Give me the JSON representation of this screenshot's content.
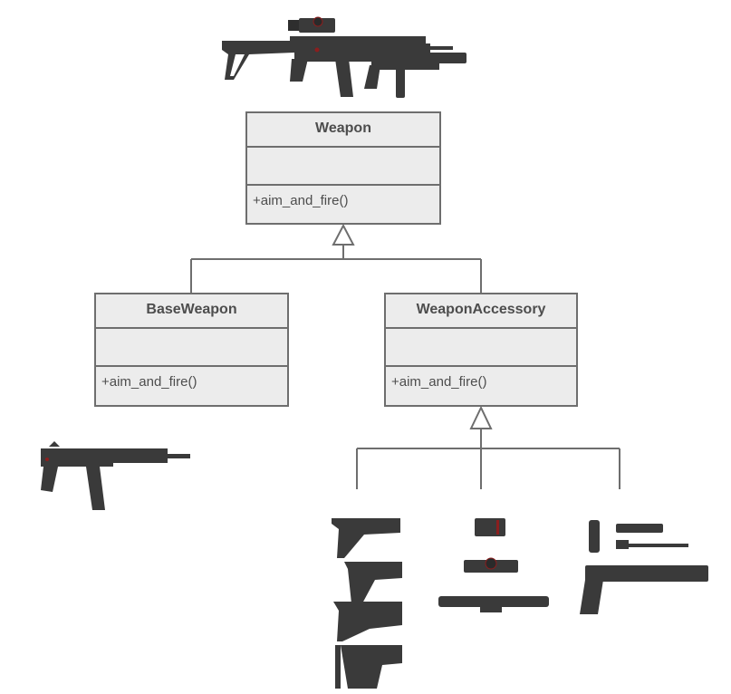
{
  "diagram": {
    "type": "UML class diagram (inheritance)",
    "classes": [
      {
        "id": "weapon",
        "name": "Weapon",
        "attributes": [],
        "operations": [
          "+aim_and_fire()"
        ]
      },
      {
        "id": "base_weapon",
        "name": "BaseWeapon",
        "attributes": [],
        "operations": [
          "+aim_and_fire()"
        ]
      },
      {
        "id": "weapon_accessory",
        "name": "WeaponAccessory",
        "attributes": [],
        "operations": [
          "+aim_and_fire()"
        ]
      }
    ],
    "relations": [
      {
        "type": "generalization",
        "from": "BaseWeapon",
        "to": "Weapon"
      },
      {
        "type": "generalization",
        "from": "WeaponAccessory",
        "to": "Weapon"
      },
      {
        "type": "generalization",
        "from": "stocks",
        "to": "WeaponAccessory"
      },
      {
        "type": "generalization",
        "from": "scopes",
        "to": "WeaponAccessory"
      },
      {
        "type": "generalization",
        "from": "grips-and-launchers",
        "to": "WeaponAccessory"
      }
    ],
    "illustrations": [
      {
        "id": "assembled-rifle",
        "desc": "rifle with folding stock, scope, vertical grip and underbarrel launcher"
      },
      {
        "id": "base-rifle",
        "desc": "bare rifle with magazine"
      },
      {
        "id": "stocks",
        "desc": "four rifle stocks"
      },
      {
        "id": "scopes",
        "desc": "red-dot sight, compact scope, long-range scope"
      },
      {
        "id": "grips-and-launchers",
        "desc": "vertical grip, flashlight, bipod, underbarrel launcher"
      }
    ],
    "colors": {
      "box_fill": "#ececec",
      "box_stroke": "#6e6e6e",
      "text": "#4d4d4d",
      "gun_body": "#3a3a3a",
      "accent_red": "#8b1e1e"
    }
  }
}
